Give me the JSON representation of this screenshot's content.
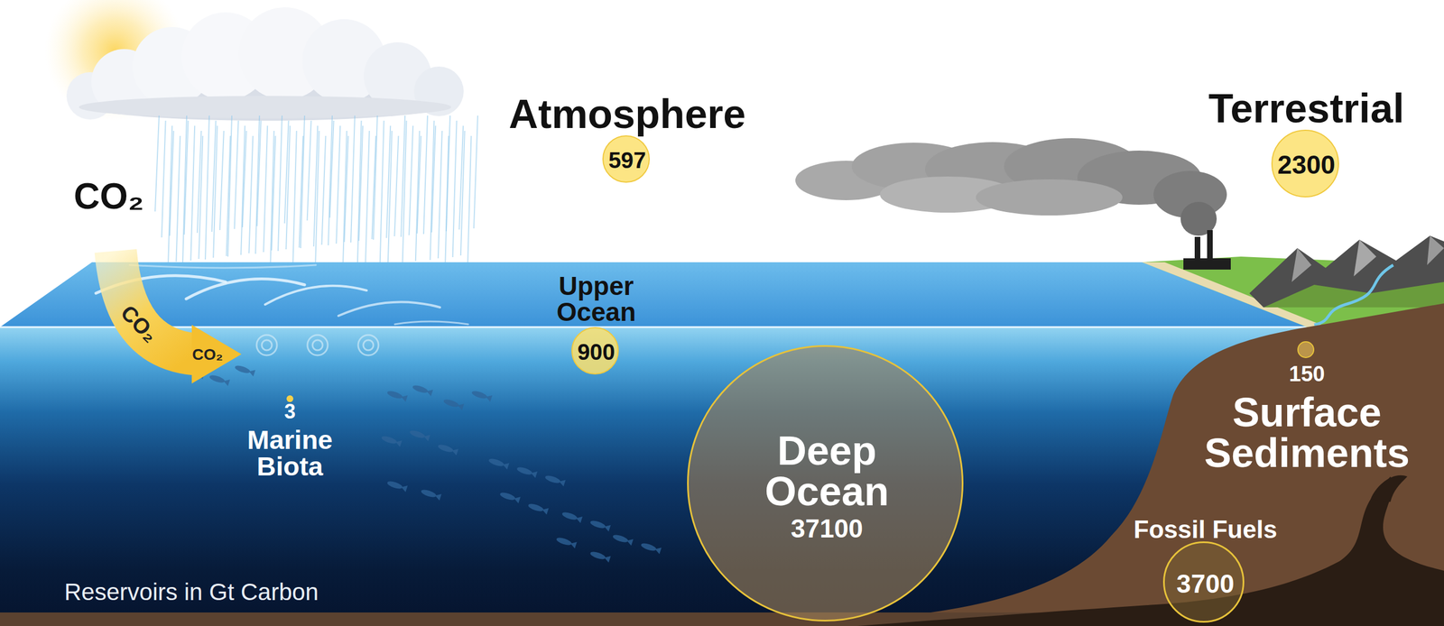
{
  "diagram": {
    "nodes": [
      {
        "text": [
          "Atmosphere",
          "597"
        ]
      },
      {
        "text": [
          "Terrestrial",
          "2300"
        ]
      },
      {
        "text": [
          "Upper Ocean",
          "900"
        ]
      },
      {
        "text": [
          "3",
          "Marine Biota"
        ]
      },
      {
        "text": [
          "Deep Ocean",
          "37100"
        ]
      },
      {
        "text": [
          "150",
          "Surface Sediments"
        ]
      },
      {
        "text": [
          "Fossil Fuels",
          "3700"
        ]
      }
    ],
    "labels": [
      "CO₂",
      "CO₂",
      "CO₂",
      "Reservoirs in Gt Carbon"
    ]
  }
}
